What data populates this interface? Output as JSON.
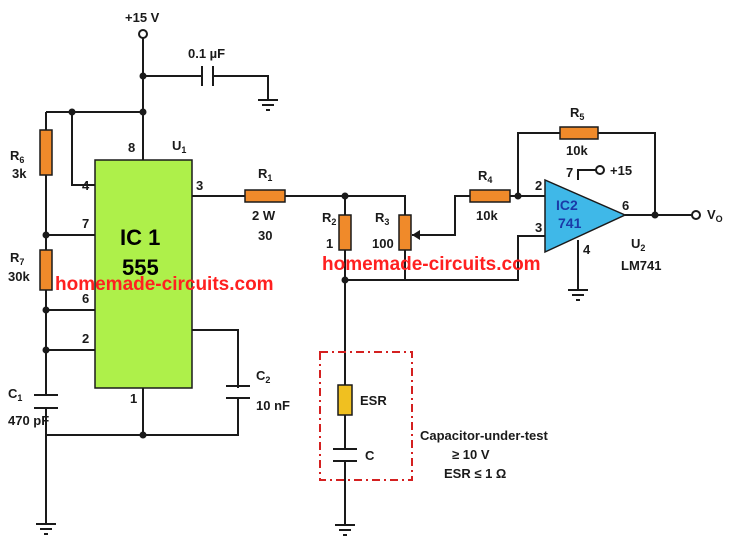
{
  "colors": {
    "wire": "#1a1a1a",
    "resistor": "#f08a2a",
    "ic1_fill": "#aef04a",
    "opamp_fill": "#3fb8e8",
    "opamp_text": "#1a3aa8",
    "esr_fill": "#f0c020",
    "watermark": "#ff2020",
    "dashed_box": "#d42020"
  },
  "supply": {
    "top_label": "+15 V",
    "opamp_label": "+15"
  },
  "caps": {
    "bypass": "0.1 µF",
    "c1_name": "C",
    "c1_sub": "1",
    "c1_value": "470 pF",
    "c2_name": "C",
    "c2_sub": "2",
    "c2_value": "10 nF"
  },
  "resistors": {
    "r1_name": "R",
    "r1_sub": "1",
    "r1_value1": "2 W",
    "r1_value2": "30",
    "r2_name": "R",
    "r2_sub": "2",
    "r2_value": "1",
    "r3_name": "R",
    "r3_sub": "3",
    "r3_value": "100",
    "r4_name": "R",
    "r4_sub": "4",
    "r4_value": "10k",
    "r5_name": "R",
    "r5_sub": "5",
    "r5_value": "10k",
    "r6_name": "R",
    "r6_sub": "6",
    "r6_value": "3k",
    "r7_name": "R",
    "r7_sub": "7",
    "r7_value": "30k"
  },
  "ic1": {
    "ref_name": "U",
    "ref_sub": "1",
    "line1": "IC 1",
    "line2": "555",
    "pins": {
      "p8": "8",
      "p4": "4",
      "p7": "7",
      "p6": "6",
      "p2": "2",
      "p1": "1",
      "p3": "3"
    }
  },
  "ic2": {
    "line1": "IC2",
    "line2": "741",
    "ref_name": "U",
    "ref_sub": "2",
    "part": "LM741",
    "pins": {
      "p2": "2",
      "p3": "3",
      "p4": "4",
      "p6": "6",
      "p7": "7"
    }
  },
  "output": {
    "name": "V",
    "sub": "O"
  },
  "dut": {
    "esr_label": "ESR",
    "cap_label": "C",
    "note1": "Capacitor-under-test",
    "note2": "≥ 10 V",
    "note3": "ESR ≤ 1 Ω"
  },
  "watermarks": {
    "text1": "homemade-circuits.com",
    "text2": "homemade-circuits.com"
  }
}
